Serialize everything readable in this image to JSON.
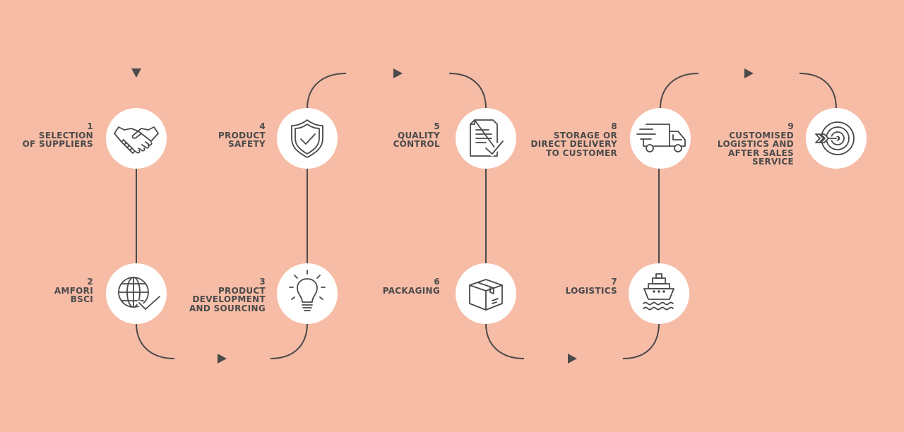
{
  "diagram": {
    "background_color": "#f7bca6",
    "line_color": "#4a4a4a",
    "circle_color": "#ffffff",
    "steps": [
      {
        "number": "1",
        "label": "SELECTION\nOF SUPPLIERS",
        "icon": "handshake-icon"
      },
      {
        "number": "2",
        "label": "AMFORI\nBSCI",
        "icon": "globe-check-icon"
      },
      {
        "number": "3",
        "label": "PRODUCT\nDEVELOPMENT\nAND SOURCING",
        "icon": "lightbulb-icon"
      },
      {
        "number": "4",
        "label": "PRODUCT\nSAFETY",
        "icon": "shield-check-icon"
      },
      {
        "number": "5",
        "label": "QUALITY\nCONTROL",
        "icon": "document-check-icon"
      },
      {
        "number": "6",
        "label": "PACKAGING",
        "icon": "box-icon"
      },
      {
        "number": "7",
        "label": "LOGISTICS",
        "icon": "ship-icon"
      },
      {
        "number": "8",
        "label": "STORAGE OR\nDIRECT DELIVERY\nTO CUSTOMER",
        "icon": "delivery-truck-icon"
      },
      {
        "number": "9",
        "label": "CUSTOMISED\nLOGISTICS AND\nAFTER SALES\nSERVICE",
        "icon": "target-arrow-icon"
      }
    ]
  }
}
